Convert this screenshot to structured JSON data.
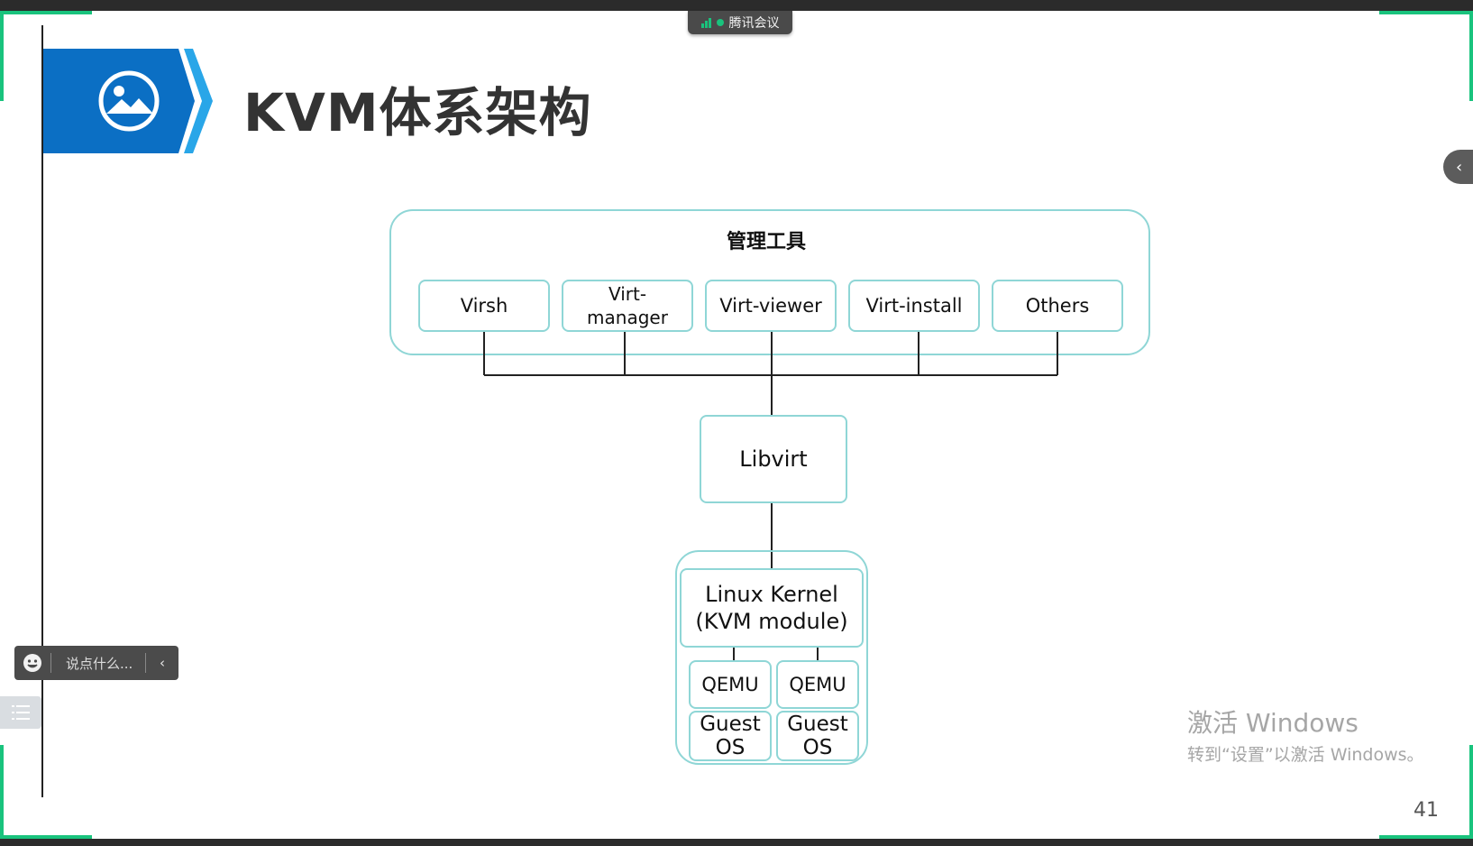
{
  "meeting": {
    "app_label": "腾讯会议"
  },
  "slide": {
    "title": "KVM体系架构",
    "page_number": "41",
    "banner_icon": "image-icon",
    "brand_color": "#0b6fc4",
    "accent_color": "#29a6e8"
  },
  "diagram": {
    "group_label": "管理工具",
    "tools": [
      "Virsh",
      "Virt-\nmanager",
      "Virt-viewer",
      "Virt-install",
      "Others"
    ],
    "middle": "Libvirt",
    "kernel_line1": "Linux Kernel",
    "kernel_line2": "(KVM module)",
    "qemu_1": "QEMU",
    "qemu_2": "QEMU",
    "guest_1_line1": "Guest",
    "guest_1_line2": "OS",
    "guest_2_line1": "Guest",
    "guest_2_line2": "OS"
  },
  "chat": {
    "placeholder": "说点什么...",
    "emoji_icon": "smile-icon",
    "collapse_icon": "chevron-left-icon"
  },
  "side_panel": {
    "toggle_icon": "chevron-left-icon"
  },
  "list_button": {
    "icon": "list-icon"
  },
  "watermark": {
    "line1": "激活 Windows",
    "line2": "转到“设置”以激活 Windows。"
  }
}
